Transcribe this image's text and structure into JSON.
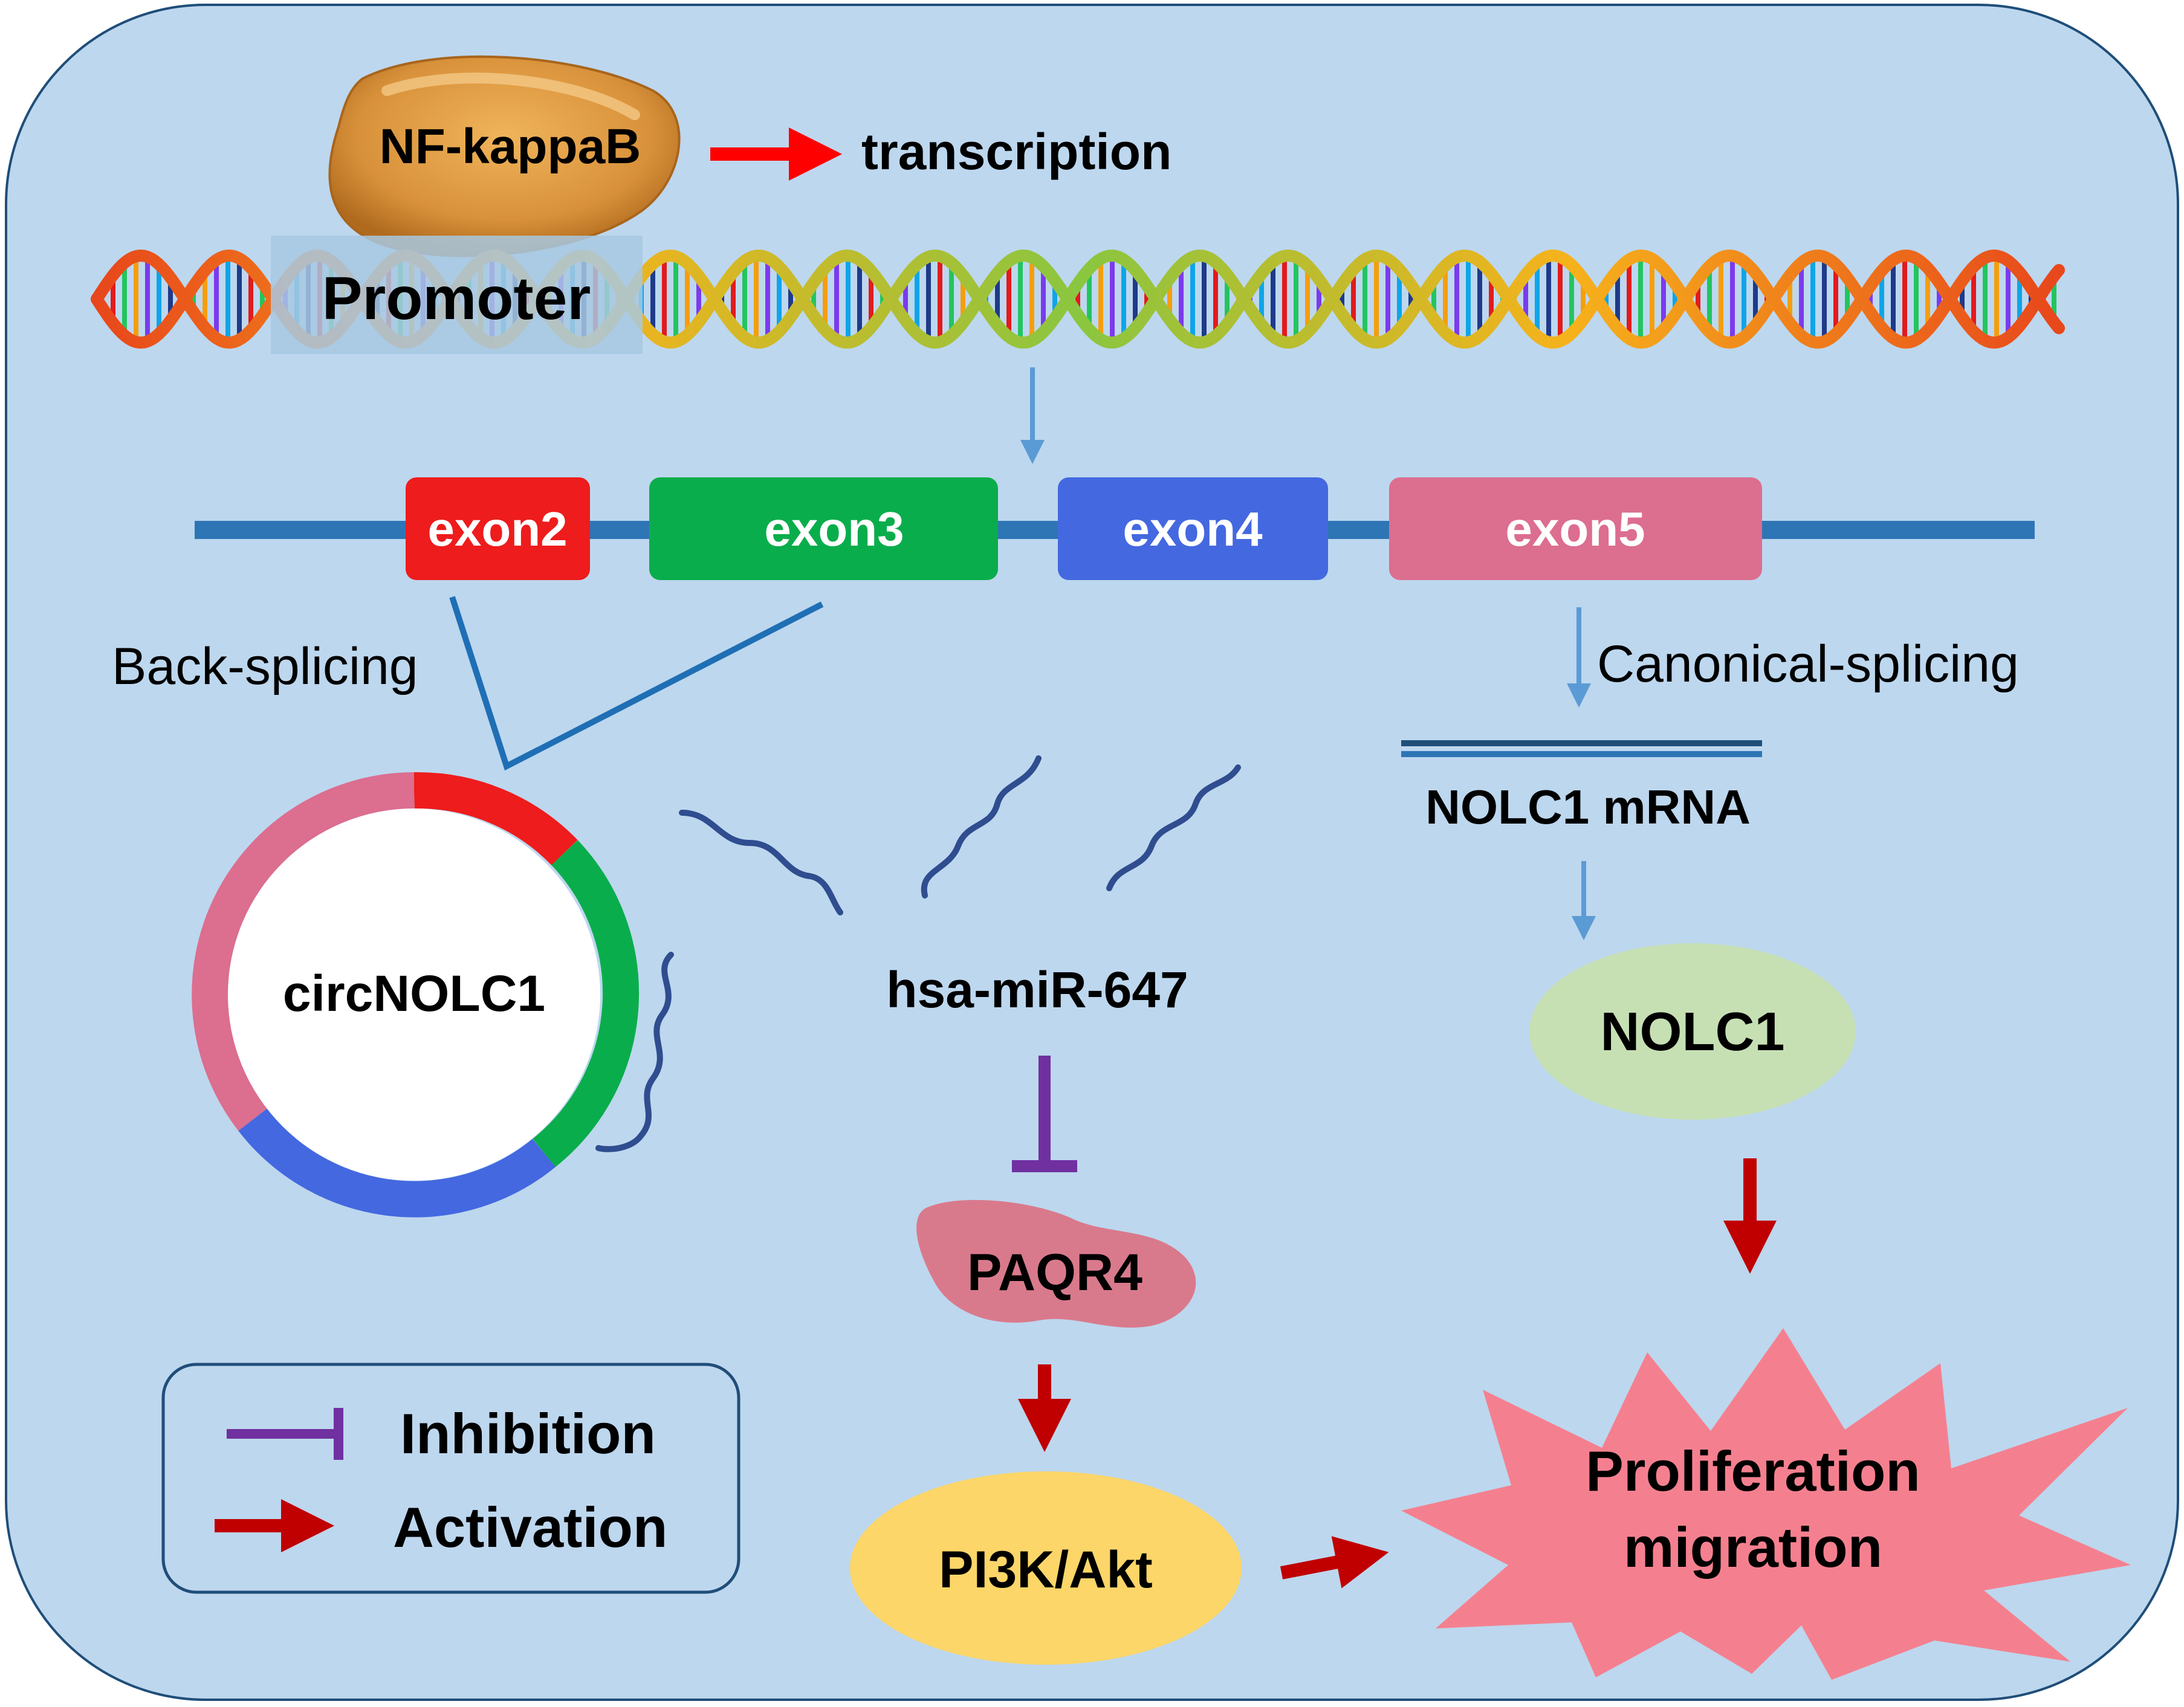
{
  "nfkb": {
    "label": "NF-kappaB"
  },
  "transcription": {
    "label": "transcription"
  },
  "promoter": {
    "label": "Promoter"
  },
  "exons": [
    {
      "label": "exon2",
      "color": "#ee1c1c"
    },
    {
      "label": "exon3",
      "color": "#0aad4b"
    },
    {
      "label": "exon4",
      "color": "#4468e0"
    },
    {
      "label": "exon5",
      "color": "#dc6e90"
    }
  ],
  "back_splicing": {
    "label": "Back-splicing"
  },
  "canonical_splicing": {
    "label": "Canonical-splicing"
  },
  "circ": {
    "label": "circNOLC1"
  },
  "mrna": {
    "label": "NOLC1 mRNA"
  },
  "mirna": {
    "label": "hsa-miR-647"
  },
  "nolc1": {
    "label": "NOLC1",
    "color": "#c6e0b4"
  },
  "paqr4": {
    "label": "PAQR4",
    "color": "#d97a8c"
  },
  "pi3k": {
    "label": "PI3K/Akt",
    "color": "#fcd668"
  },
  "outcome": {
    "line1": "Proliferation",
    "line2": "migration",
    "color": "#f4808f"
  },
  "legend": {
    "inhibition": "Inhibition",
    "activation": "Activation"
  },
  "colors": {
    "background": "#bdd7ee",
    "inhibition": "#7030a0",
    "activation": "#c00000",
    "splice_arrow": "#5b9bd5",
    "gene_line": "#2e75b6",
    "mirna": "#2f4d8f"
  }
}
